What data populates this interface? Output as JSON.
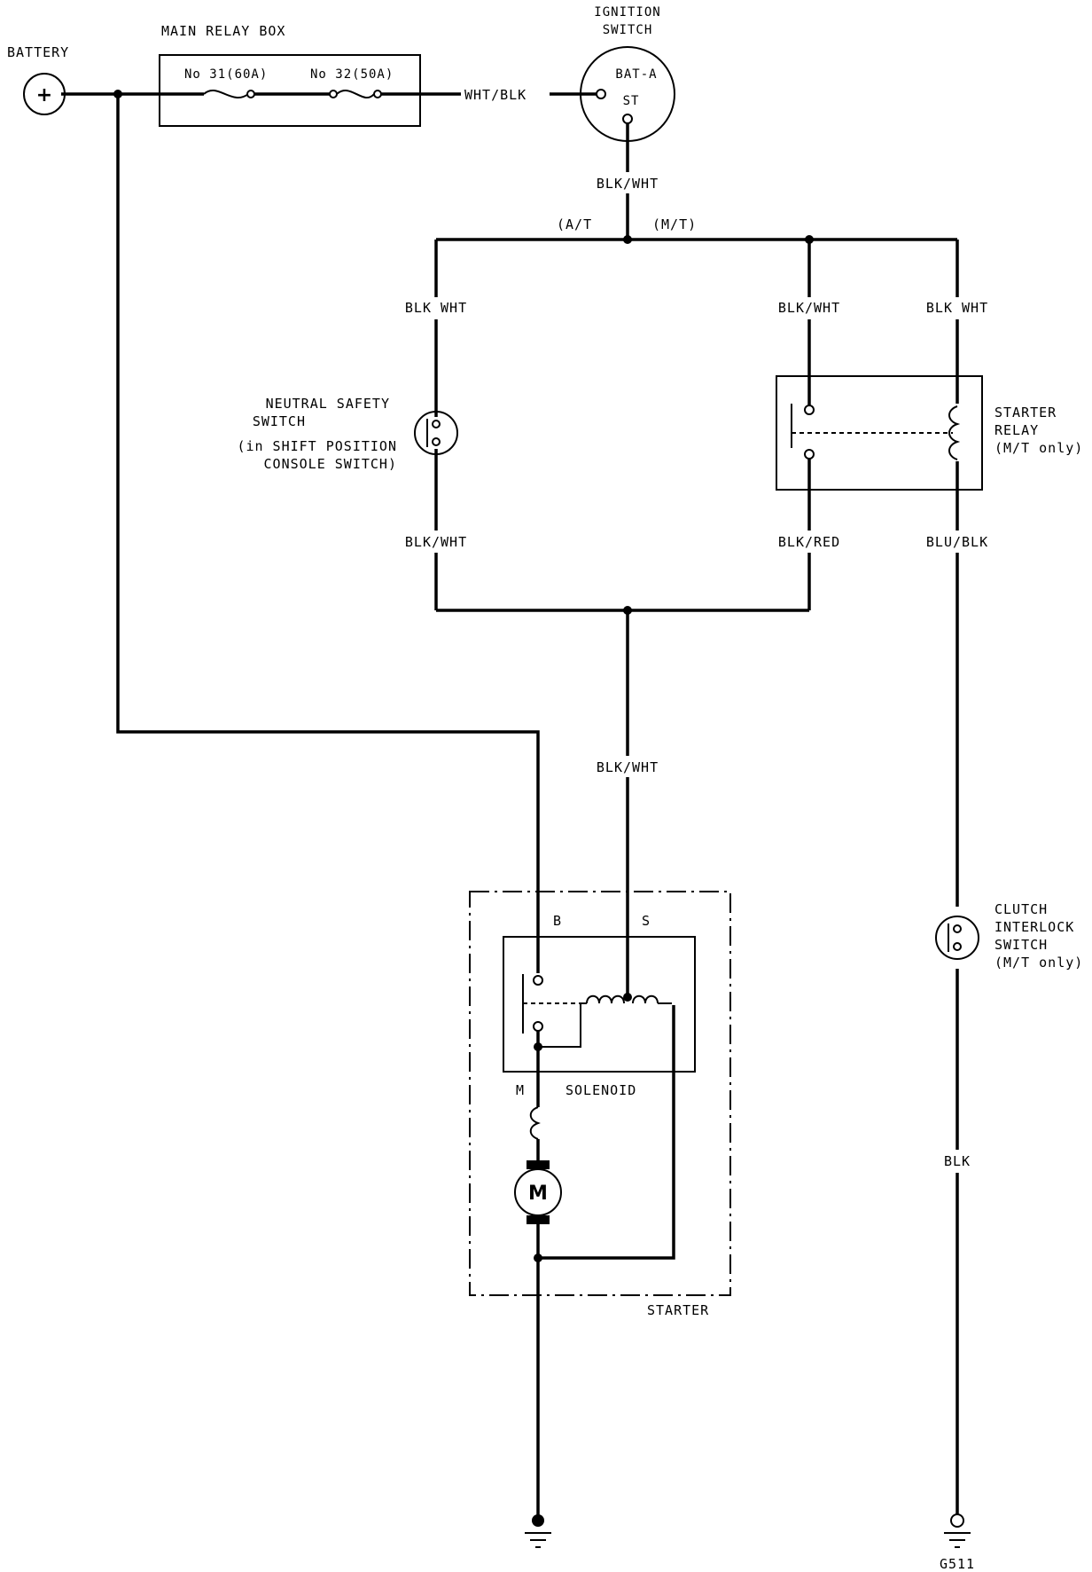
{
  "labels": {
    "battery": "BATTERY",
    "battery_symbol": "+",
    "main_relay_box": "MAIN RELAY BOX",
    "fuse_31": "No 31(60A)",
    "fuse_32": "No 32(50A)",
    "ignition_switch_line1": "IGNITION",
    "ignition_switch_line2": "SWITCH",
    "bat_a": "BAT-A",
    "st": "ST",
    "wht_blk": "WHT/BLK",
    "blk_wht_top": "BLK/WHT",
    "at": "(A/T",
    "mt": "(M/T)",
    "blk_wht_left_upper": "BLK WHT",
    "blk_wht_mid_upper": "BLK/WHT",
    "blk_wht_right_upper": "BLK WHT",
    "neutral_line1": "NEUTRAL SAFETY",
    "neutral_line2": "SWITCH",
    "neutral_line3": "(in SHIFT POSITION",
    "neutral_line4": "CONSOLE SWITCH)",
    "starter_relay_line1": "STARTER",
    "starter_relay_line2": "RELAY",
    "starter_relay_line3": "(M/T only)",
    "blk_wht_left_lower": "BLK/WHT",
    "blk_red": "BLK/RED",
    "blu_blk": "BLU/BLK",
    "blk_wht_center": "BLK/WHT",
    "terminal_b": "B",
    "terminal_s": "S",
    "terminal_m": "M",
    "solenoid": "SOLENOID",
    "motor": "M",
    "starter": "STARTER",
    "clutch_line1": "CLUTCH",
    "clutch_line2": "INTERLOCK",
    "clutch_line3": "SWITCH",
    "clutch_line4": "(M/T only)",
    "blk": "BLK",
    "ground": "G511"
  }
}
